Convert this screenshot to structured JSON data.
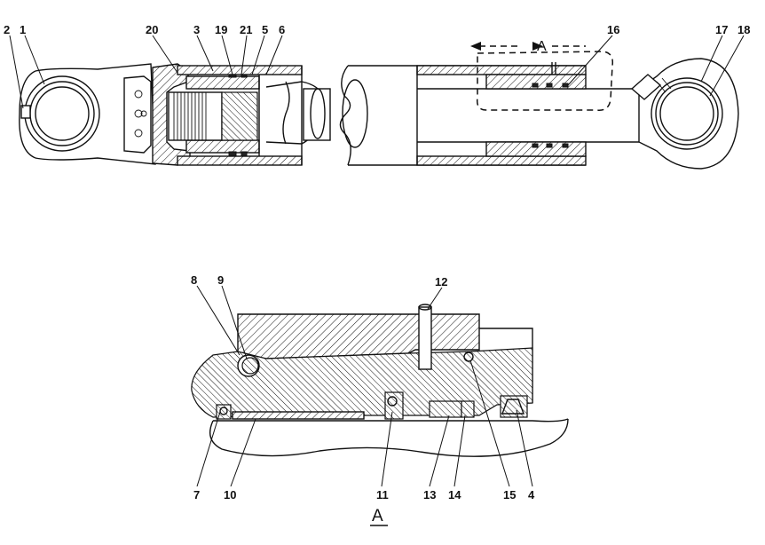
{
  "drawing": {
    "section_label": "A",
    "detail_marker": "A",
    "top_callouts": [
      "2",
      "1",
      "20",
      "3",
      "19",
      "21",
      "5",
      "6",
      "16",
      "17",
      "18"
    ],
    "detail_callouts_top": [
      "8",
      "9",
      "12"
    ],
    "detail_callouts_bottom": [
      "7",
      "10",
      "11",
      "13",
      "14",
      "15",
      "4"
    ]
  }
}
